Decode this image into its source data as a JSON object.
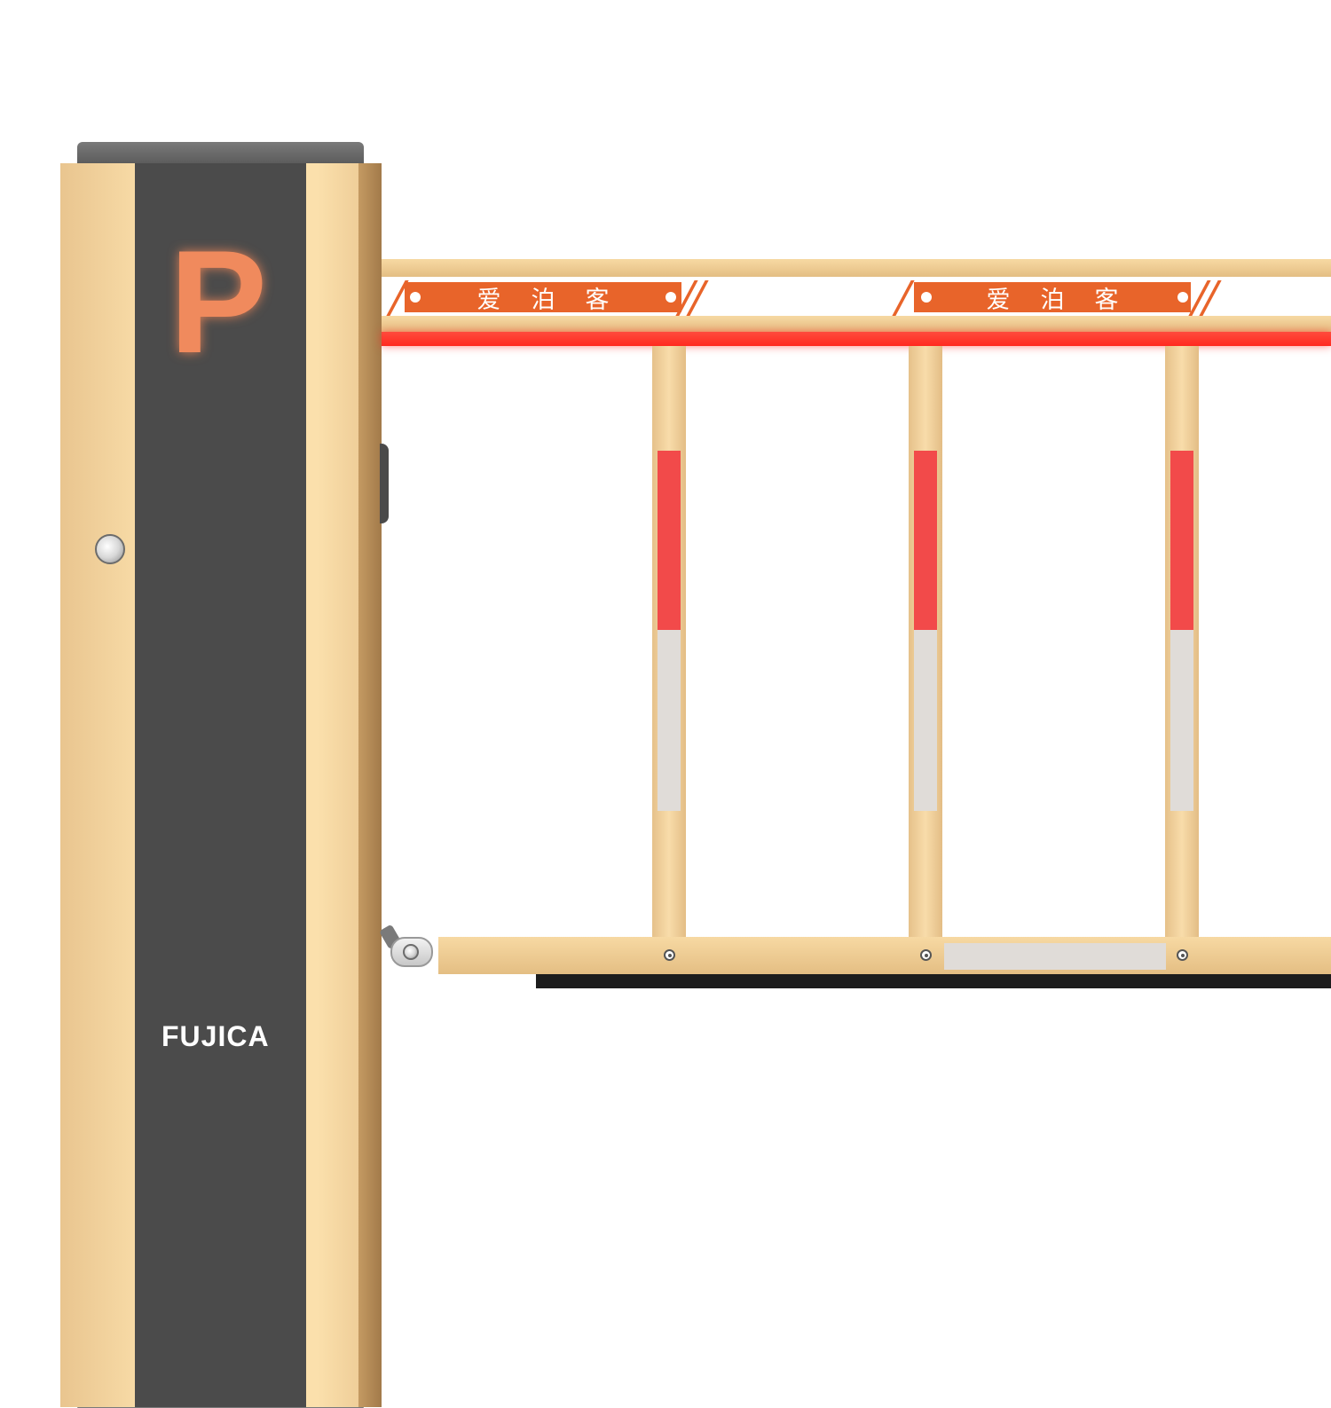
{
  "cabinet": {
    "sign_letter": "P",
    "brand": "FUJICA"
  },
  "boom": {
    "labels": [
      "爱泊客",
      "爱泊客"
    ]
  },
  "colors": {
    "gold": "#fbe0ac",
    "panel": "#4b4b4b",
    "led": "#ff2a1f",
    "label_strip": "#e8642a",
    "reflector_red": "#f24a4a"
  }
}
